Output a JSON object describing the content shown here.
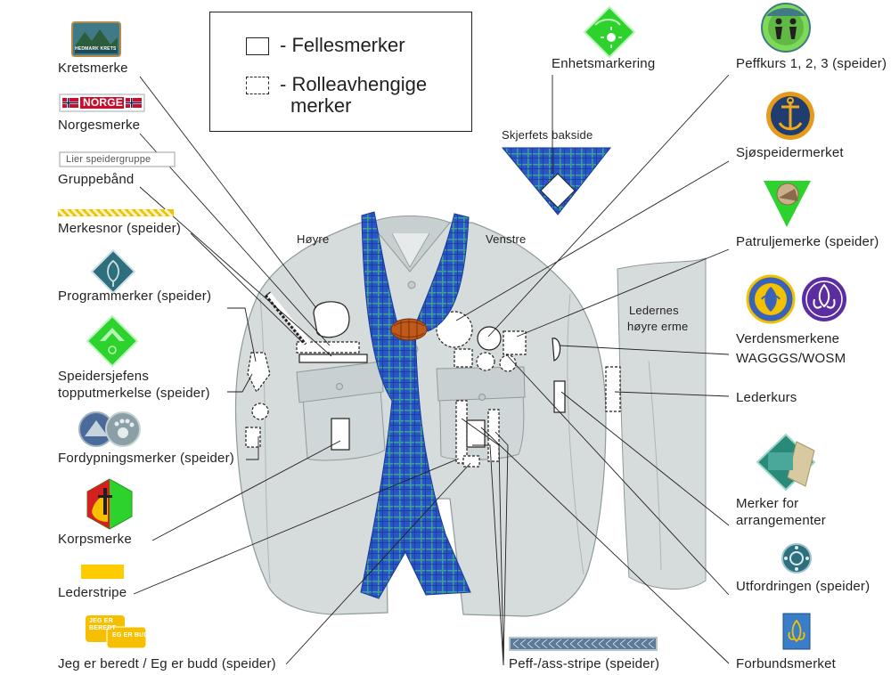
{
  "legend": {
    "solid_label": "- Fellesmerker",
    "dashed_label_1": "- Rolleavhengige",
    "dashed_label_2": "merker"
  },
  "side_labels": {
    "hoyre": "Høyre",
    "venstre": "Venstre",
    "skjerf_bakside": "Skjerfets bakside",
    "ledernes_erme_1": "Ledernes",
    "ledernes_erme_2": "høyre erme"
  },
  "badges_left": {
    "kretsmerke": "Kretsmerke",
    "kretsmerke_badge_text": "HEDMARK KRETS",
    "norgesmerke": "Norgesmerke",
    "norgesmerke_badge_text": "NORGE",
    "gruppeband": "Gruppebånd",
    "gruppeband_badge_text": "Lier speidergruppe",
    "merkesnor": "Merkesnor (speider)",
    "programmerker": "Programmerker (speider)",
    "speidersjefens_1": "Speidersjefens",
    "speidersjefens_2": "topputmerkelse (speider)",
    "fordypningsmerker": "Fordypningsmerker (speider)",
    "korpsmerke": "Korpsmerke",
    "lederstripe": "Lederstripe",
    "jeg_er_beredt": "Jeg er beredt / Eg er budd (speider)",
    "jeg_er_beredt_badge_1": "JEG ER BEREDT",
    "jeg_er_beredt_badge_2": "EG ER BUDD"
  },
  "badges_right": {
    "enhetsmarkering": "Enhetsmarkering",
    "peffkurs": "Peffkurs 1, 2, 3 (speider)",
    "sjospeidermerket": "Sjøspeidermerket",
    "patruljemerke": "Patruljemerke (speider)",
    "verdensmerkene_1": "Verdensmerkene",
    "verdensmerkene_2": "WAGGGS/WOSM",
    "lederkurs": "Lederkurs",
    "merker_for_1": "Merker for",
    "merker_for_2": "arrangementer",
    "utfordringen": "Utfordringen (speider)",
    "forbundsmerket": "Forbundsmerket",
    "peff_ass_stripe": "Peff-/ass-stripe (speider)"
  },
  "colors": {
    "shirt": "#d6dcdc",
    "shirt_outline": "#8f9a9c",
    "scarf_blue": "#2a55c4",
    "scarf_check": "#3fa09a",
    "woggle": "#c05a1a",
    "leader_stripe": "#ffcc00",
    "green_badge": "#2dd22d",
    "navy_badge": "#1f3d6e",
    "teal_badge": "#2d6f7d"
  }
}
